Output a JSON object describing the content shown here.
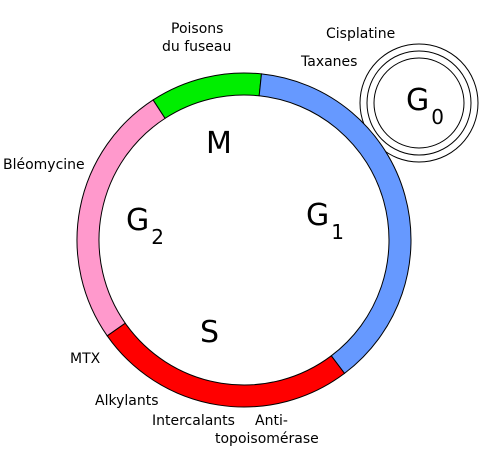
{
  "colors": {
    "m": "#00ee00",
    "g1": "#6699ff",
    "s": "#ff0000",
    "g2": "#ff99cc",
    "g0": "#99cccc"
  },
  "phases": {
    "m": "M",
    "g1": {
      "letter": "G",
      "sub": "1"
    },
    "s": "S",
    "g2": {
      "letter": "G",
      "sub": "2"
    },
    "g0": {
      "letter": "G",
      "sub": "0"
    }
  },
  "drugs": {
    "poisons_line1": "Poisons",
    "poisons_line2": "du fuseau",
    "cisplatine": "Cisplatine",
    "taxanes": "Taxanes",
    "bleomycine": "Bléomycine",
    "mtx": "MTX",
    "alkylants": "Alkylants",
    "intercalants": "Intercalants",
    "anti_line1": "Anti-",
    "anti_line2": "topoisomérase"
  }
}
